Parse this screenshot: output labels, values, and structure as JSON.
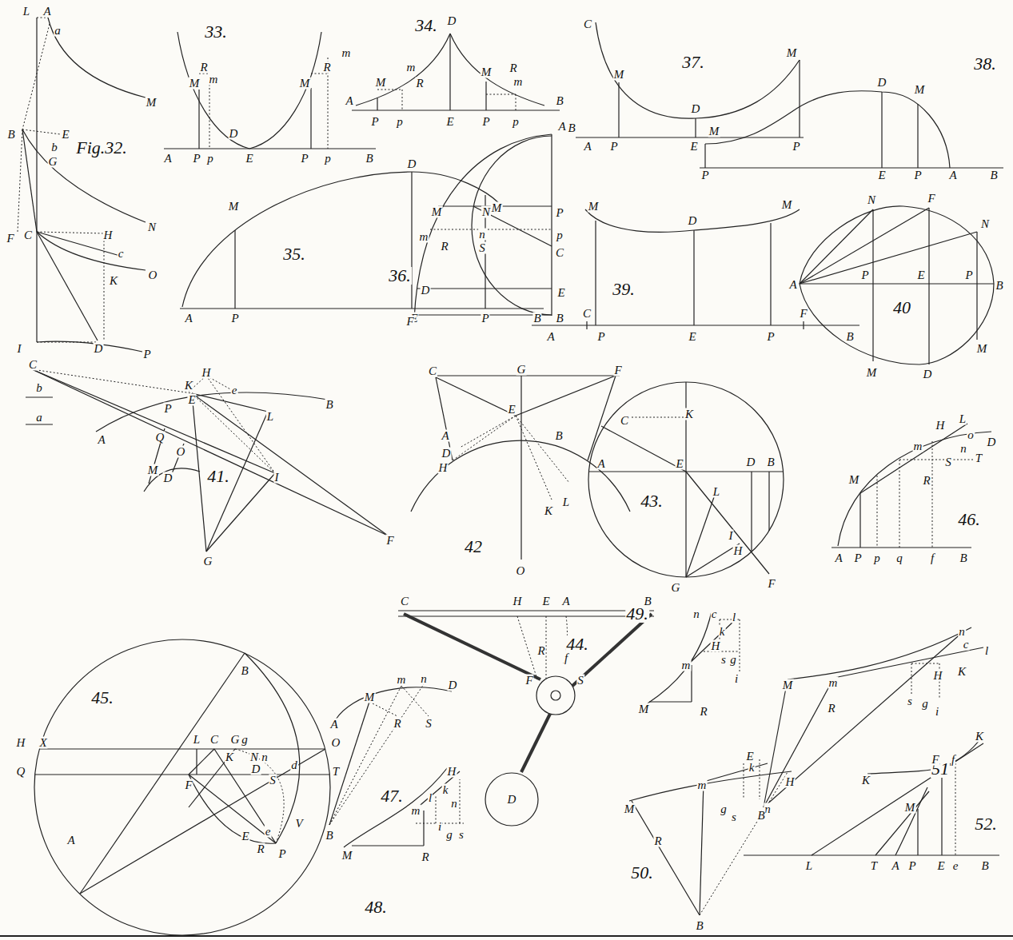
{
  "diagram": {
    "labels": [
      "L",
      "A",
      "a",
      "M",
      "B",
      "E",
      "b",
      "Fig.32.",
      "G",
      "N",
      "F",
      "C",
      "H",
      "c",
      "O",
      "K",
      "I",
      "D",
      "P",
      "33.",
      "M",
      "R",
      "m",
      "M",
      "R",
      "m",
      "D",
      "A",
      "P",
      "p",
      "E",
      "P",
      "p",
      "B",
      "34.",
      "D",
      "M",
      "m",
      "R",
      "M",
      "R",
      "m",
      "A",
      "B",
      "P",
      "p",
      "E",
      "P",
      "p",
      "35.",
      "M",
      "D",
      "M",
      "A",
      "P",
      "E",
      "P",
      "B",
      "A",
      "B",
      "M",
      "N",
      "P",
      "m",
      "n",
      "p",
      "R",
      "S",
      "C",
      "36.",
      "D",
      "E",
      "F",
      "B",
      "C",
      "M",
      "37.",
      "D",
      "M",
      "A",
      "P",
      "E",
      "P",
      "38.",
      "M",
      "D",
      "M",
      "P",
      "E",
      "P",
      "A",
      "B",
      "M",
      "D",
      "M",
      "39.",
      "C",
      "F",
      "A",
      "P",
      "E",
      "P",
      "B",
      "N",
      "F",
      "N",
      "A",
      "P",
      "E",
      "P",
      "B",
      "40",
      "M",
      "D",
      "M",
      "C",
      "b",
      "a",
      "K",
      "H",
      "e",
      "E",
      "B",
      "P",
      "L",
      "A",
      "Q",
      "O",
      "M",
      "D",
      "41.",
      "I",
      "G",
      "F",
      "C",
      "G",
      "F",
      "E",
      "A",
      "B",
      "D",
      "H",
      "L",
      "K",
      "42",
      "O",
      "K",
      "C",
      "A",
      "E",
      "D",
      "B",
      "L",
      "43.",
      "I",
      "H",
      "F",
      "G",
      "C",
      "H",
      "E",
      "A",
      "B",
      "44.",
      "R",
      "f",
      "F",
      "S",
      "D",
      "B",
      "45.",
      "H",
      "X",
      "L",
      "C",
      "G",
      "g",
      "O",
      "K",
      "N",
      "n",
      "Q",
      "F",
      "D",
      "d",
      "S",
      "T",
      "E",
      "e",
      "V",
      "R",
      "A",
      "P",
      "H",
      "L",
      "D",
      "o",
      "m",
      "n",
      "T",
      "S",
      "M",
      "R",
      "46.",
      "A",
      "P",
      "p",
      "q",
      "f",
      "B",
      "M",
      "m",
      "n",
      "D",
      "R",
      "S",
      "A",
      "47.",
      "B",
      "H",
      "k",
      "l",
      "n",
      "m",
      "i",
      "g",
      "s",
      "M",
      "R",
      "48.",
      "49.",
      "n",
      "c",
      "l",
      "k",
      "H",
      "s",
      "g",
      "m",
      "i",
      "M",
      "R",
      "E",
      "k",
      "m",
      "H",
      "M",
      "g",
      "s",
      "n",
      "R",
      "50.",
      "B",
      "n",
      "c",
      "l",
      "K",
      "H",
      "M",
      "m",
      "R",
      "s",
      "g",
      "i",
      "51",
      "B",
      "K",
      "K",
      "F",
      "f",
      "M",
      "52.",
      "L",
      "T",
      "A",
      "P",
      "E",
      "e",
      "B"
    ]
  }
}
